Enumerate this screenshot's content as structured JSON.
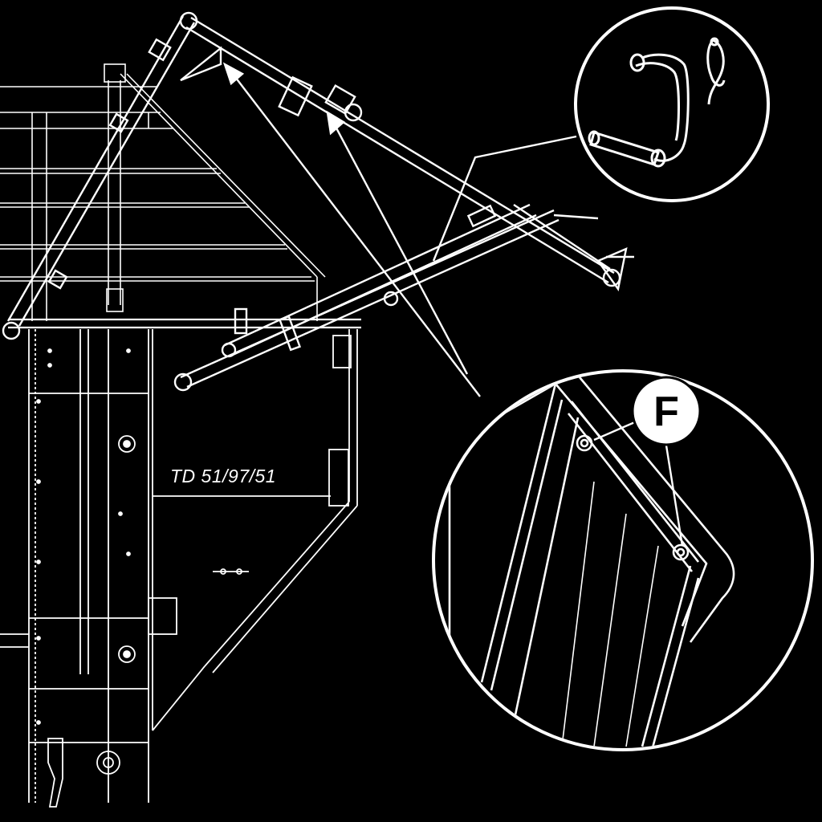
{
  "figure": {
    "reference_code": "TD 51/97/51",
    "callout_letter": "F",
    "colors": {
      "background": "#000000",
      "linework": "#ffffff"
    }
  },
  "parts": [
    "machine-frame",
    "folding-boom",
    "hitch-pin-with-linch-pin",
    "boom-end-panel"
  ]
}
